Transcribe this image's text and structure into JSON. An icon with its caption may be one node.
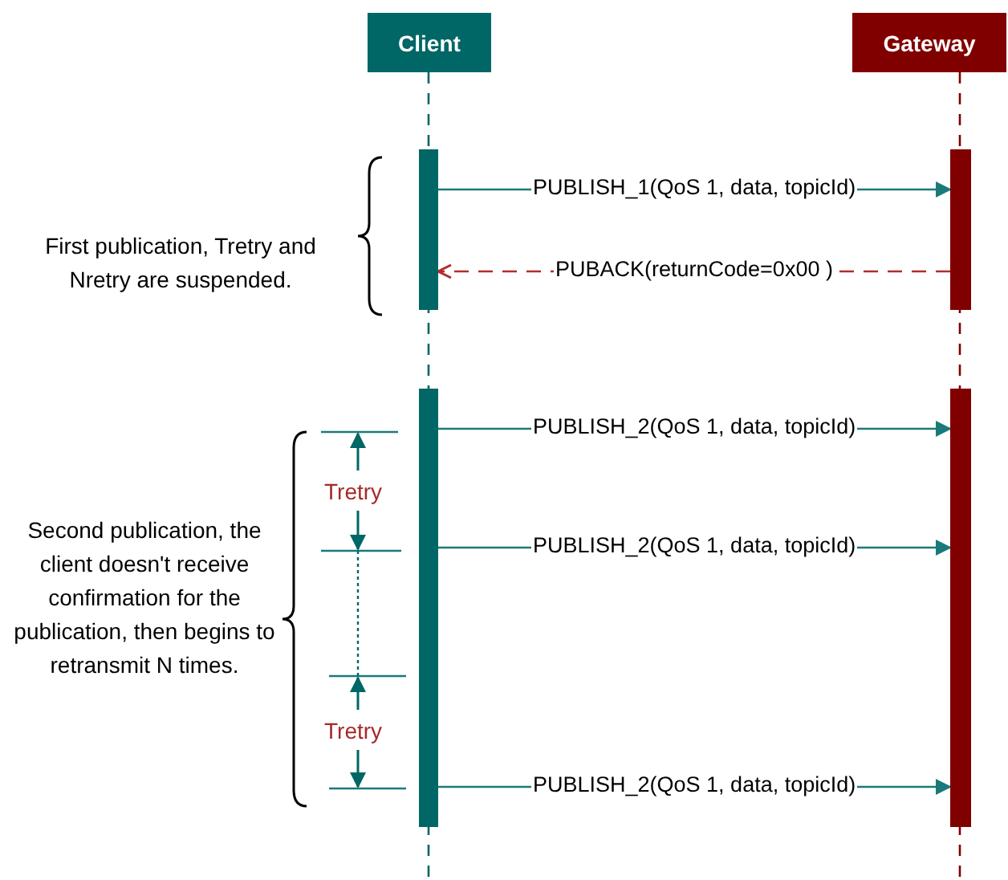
{
  "diagram": {
    "nodes": [
      {
        "text": [
          "Client"
        ]
      },
      {
        "text": [
          "Gateway"
        ]
      },
      {
        "text": [],
        "shape": "bar"
      },
      {
        "text": [],
        "shape": "bar"
      },
      {
        "text": [],
        "shape": "bar"
      },
      {
        "text": [],
        "shape": "bar"
      }
    ],
    "edges": [
      {
        "from": 2,
        "to": 3,
        "arrow": "to",
        "label": "PUBLISH_1(QoS 1, data, topicId)"
      },
      {
        "from": 3,
        "to": 2,
        "arrow": "to",
        "label": "PUBACK(returnCode=0x00 )",
        "style": "dashed",
        "color": "#b22c2c"
      },
      {
        "from": 4,
        "to": 5,
        "arrow": "to",
        "label": "PUBLISH_2(QoS 1, data, topicId)"
      },
      {
        "from": 4,
        "to": 5,
        "arrow": "to",
        "label": "PUBLISH_2(QoS 1, data, topicId)"
      },
      {
        "from": 4,
        "to": 5,
        "arrow": "to",
        "label": "PUBLISH_2(QoS 1, data, topicId)"
      }
    ],
    "labels": [
      "First publication, Tretry and Nretry are suspended.",
      "Second publication, the client doesn't receive confirmation for the publication, then begins to retransmit N times.",
      "Tretry",
      "Tretry"
    ]
  }
}
